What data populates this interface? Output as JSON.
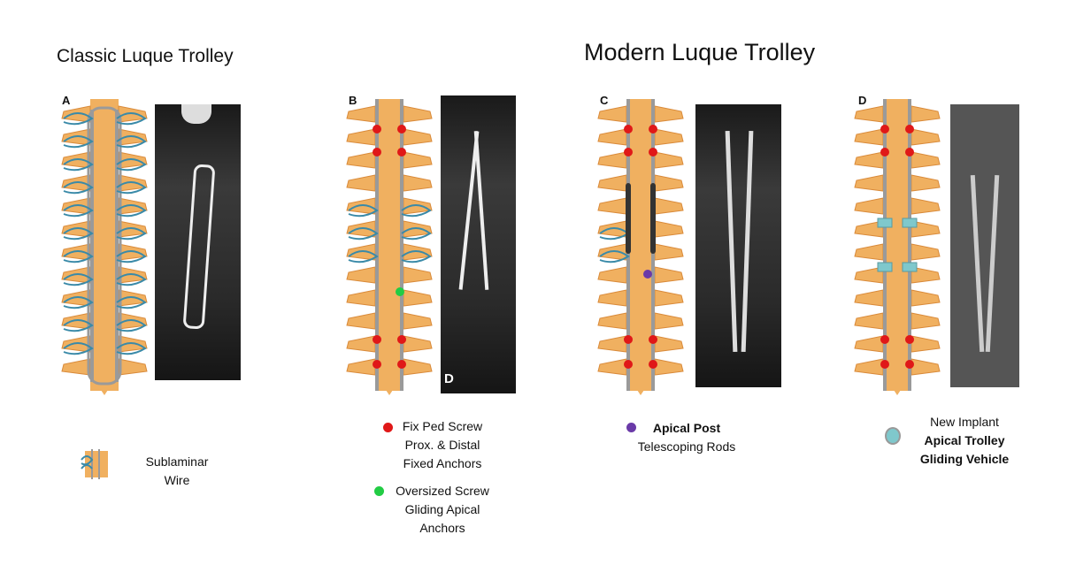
{
  "titles": {
    "classic": "Classic Luque Trolley",
    "modern": "Modern Luque Trolley"
  },
  "panels": [
    {
      "label": "A"
    },
    {
      "label": "B",
      "xray_label": "D"
    },
    {
      "label": "C"
    },
    {
      "label": "D"
    }
  ],
  "legend": {
    "sublaminar": {
      "line1": "Sublaminar",
      "line2": "Wire"
    },
    "fix_ped": {
      "line1": "Fix Ped Screw",
      "line2": "Prox. & Distal",
      "line3": "Fixed Anchors",
      "color": "#e01818"
    },
    "oversized": {
      "line1": "Oversized Screw",
      "line2": "Gliding Apical",
      "line3": "Anchors",
      "color": "#22cc44"
    },
    "apical_post": {
      "line1": "Apical Post",
      "line2": "Telescoping Rods",
      "color": "#6a3aa8"
    },
    "new_implant": {
      "line1": "New Implant",
      "line2": "Apical Trolley",
      "line3": "Gliding Vehicle",
      "color": "#7fc8cc"
    }
  },
  "colors": {
    "bone": "#f0b060",
    "bone_dark": "#d98a3a",
    "wire": "#3a8aa8",
    "rod": "#9a9a9a"
  }
}
